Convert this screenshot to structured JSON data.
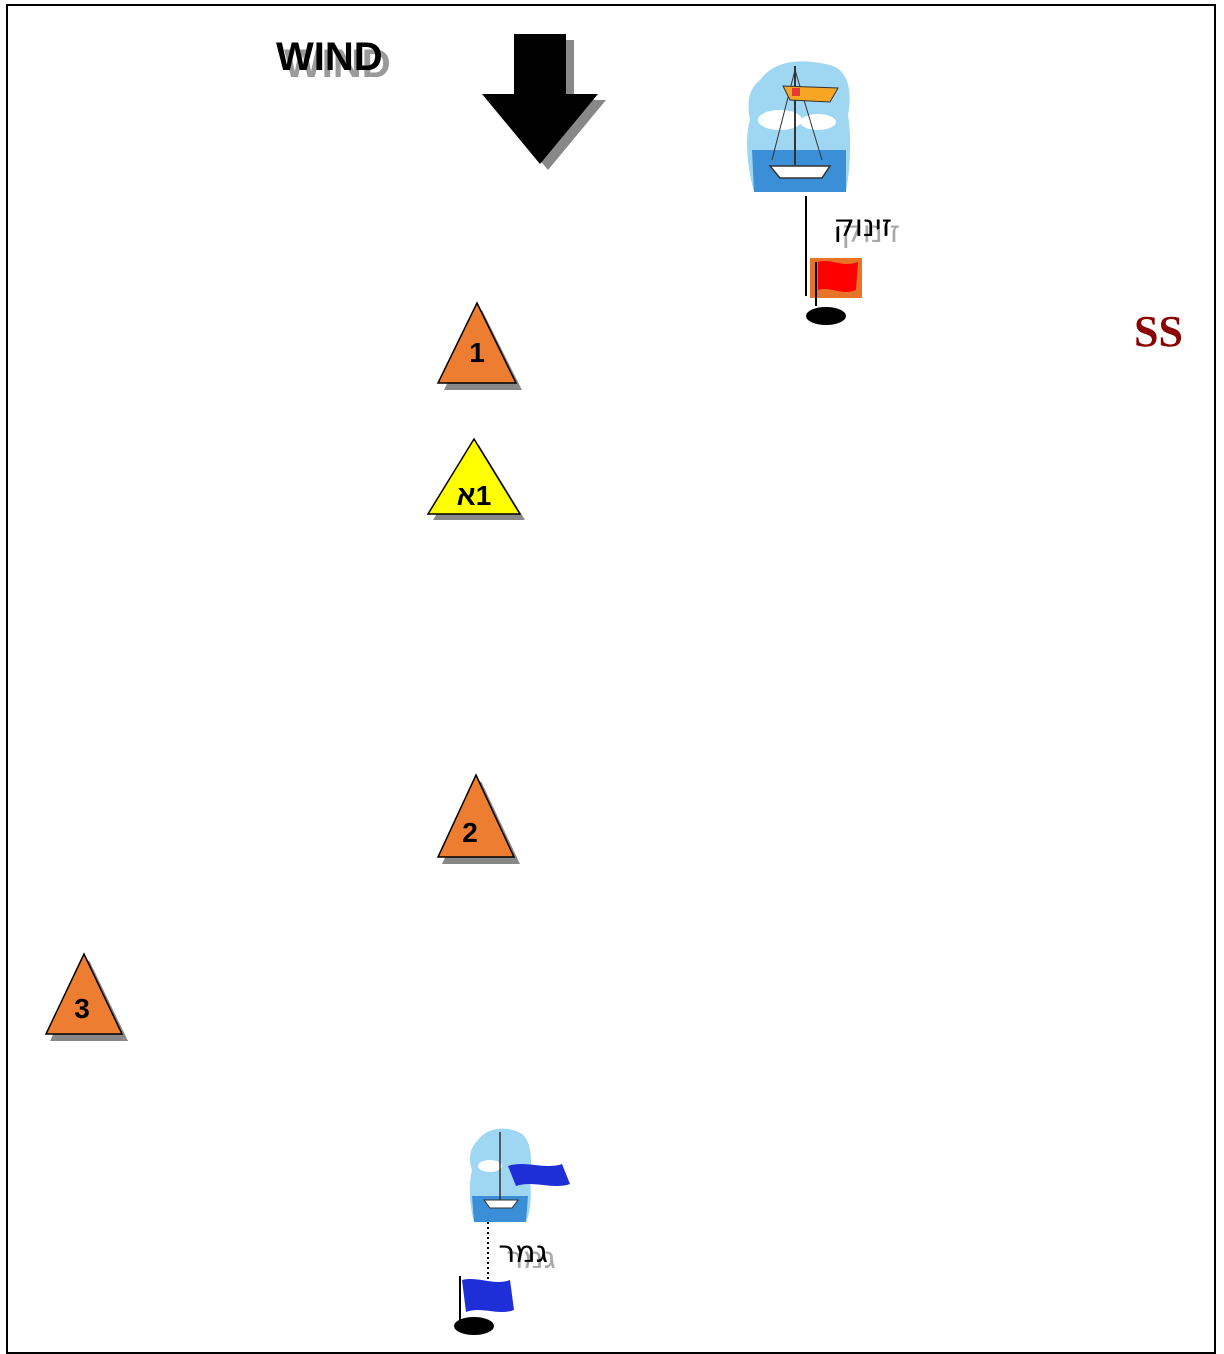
{
  "wind": {
    "label": "WIND"
  },
  "start": {
    "label": "זינוק"
  },
  "finish": {
    "label": "גמר"
  },
  "corner_label": "SS",
  "marks": [
    {
      "id": "1",
      "label": "1",
      "color": "#ED7D31"
    },
    {
      "id": "1a",
      "label": "1א",
      "color": "#FFFF00"
    },
    {
      "id": "2",
      "label": "2",
      "color": "#ED7D31"
    },
    {
      "id": "3",
      "label": "3",
      "color": "#ED7D31"
    }
  ],
  "colors": {
    "mark_orange": "#ED7D31",
    "offset_yellow": "#FFFF00",
    "start_flag": "#FF0000",
    "finish_flag": "#1F2FD8",
    "ss_text": "#8B0000"
  }
}
